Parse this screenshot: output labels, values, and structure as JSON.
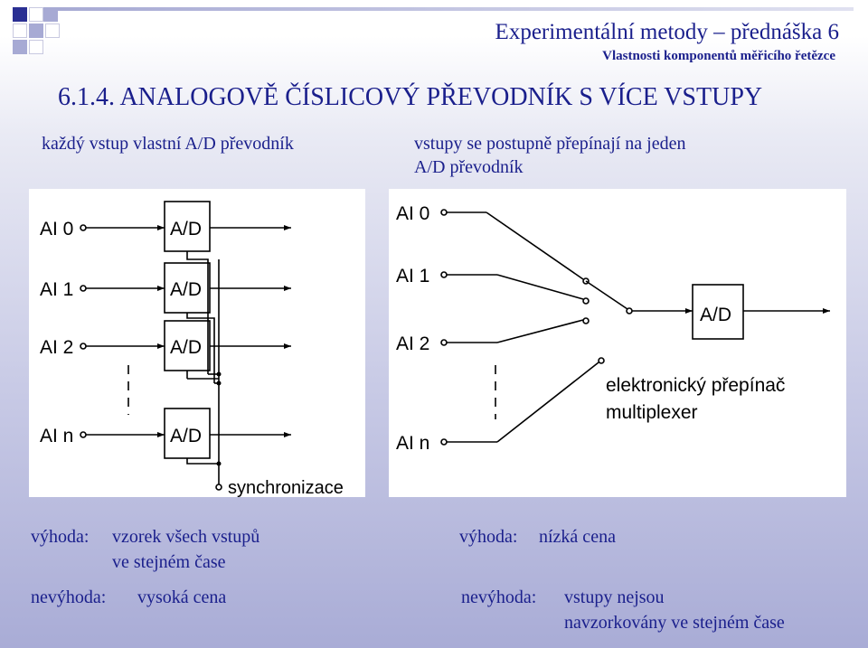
{
  "header": {
    "title": "Experimentální metody – přednáška 6",
    "subtitle": "Vlastnosti komponentů měřicího řetězce"
  },
  "section_title": "6.1.4. ANALOGOVĚ ČÍSLICOVÝ PŘEVODNÍK S VÍCE VSTUPY",
  "left": {
    "heading": "každý vstup vlastní A/D převodník",
    "diagram": {
      "inputs": [
        "AI 0",
        "AI 1",
        "AI 2",
        "AI n"
      ],
      "converter_label": "A/D",
      "sync_label": "synchronizace"
    },
    "advantage_label": "výhoda:",
    "advantage_line1": "vzorek všech vstupů",
    "advantage_line2": "ve stejném čase",
    "disadvantage_label": "nevýhoda:",
    "disadvantage_text": "vysoká cena"
  },
  "right": {
    "heading_line1": "vstupy se postupně přepínají na jeden",
    "heading_line2": "A/D převodník",
    "diagram": {
      "inputs": [
        "AI 0",
        "AI 1",
        "AI 2",
        "AI n"
      ],
      "converter_label": "A/D",
      "switch_label_line1": "elektronický přepínač",
      "switch_label_line2": "multiplexer"
    },
    "advantage_label": "výhoda:",
    "advantage_text": "nízká cena",
    "disadvantage_label": "nevýhoda:",
    "disadvantage_line1": "vstupy nejsou",
    "disadvantage_line2": "navzorkovány ve stejném čase"
  }
}
